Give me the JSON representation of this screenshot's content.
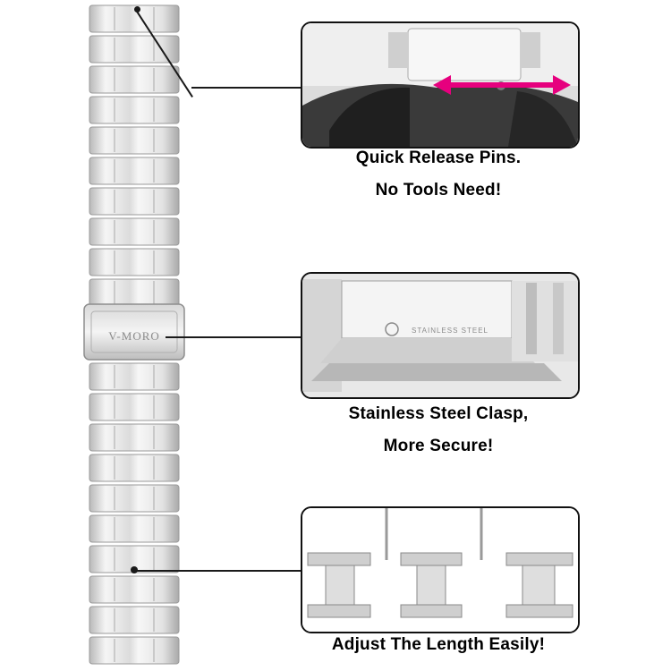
{
  "brand_text": "V-MORO",
  "features": [
    {
      "lines": [
        "Quick Release Pins.",
        "No Tools Need!"
      ]
    },
    {
      "lines": [
        "Stainless Steel Clasp,",
        "More Secure!"
      ]
    },
    {
      "lines": [
        "Adjust The Length Easily!"
      ]
    }
  ],
  "clasp_engraving": "STAINLESS STEEL",
  "colors": {
    "arrow": "#e6007e",
    "steel_light": "#f2f2f2",
    "steel_mid": "#c9c9c9",
    "steel_dark": "#8e8e8e"
  }
}
